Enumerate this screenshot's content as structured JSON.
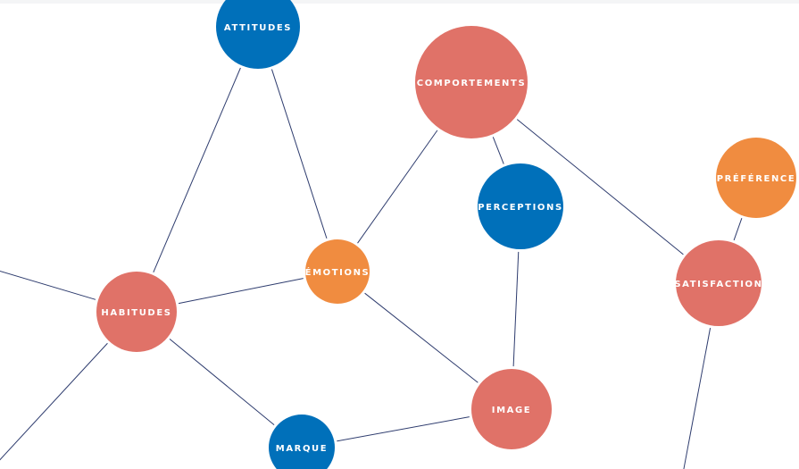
{
  "colors": {
    "blue": "#0070BA",
    "salmon": "#E07268",
    "orange": "#F08C40",
    "edge": "#2E3C6E"
  },
  "nodes": [
    {
      "id": "attitudes",
      "label": "ATTITUDES",
      "color": "blue"
    },
    {
      "id": "comportements",
      "label": "COMPORTEMENTS",
      "color": "salmon"
    },
    {
      "id": "perceptions",
      "label": "PERCEPTIONS",
      "color": "blue"
    },
    {
      "id": "preference",
      "label": "PRÉFÉRENCE",
      "color": "orange"
    },
    {
      "id": "satisfaction",
      "label": "SATISFACTION",
      "color": "salmon"
    },
    {
      "id": "emotions",
      "label": "ÉMOTIONS",
      "color": "orange"
    },
    {
      "id": "habitudes",
      "label": "HABITUDES",
      "color": "salmon"
    },
    {
      "id": "image",
      "label": "IMAGE",
      "color": "salmon"
    },
    {
      "id": "marque",
      "label": "MARQUE",
      "color": "blue"
    }
  ],
  "edges": [
    [
      "habitudes",
      "attitudes"
    ],
    [
      "attitudes",
      "emotions"
    ],
    [
      "habitudes",
      "emotions"
    ],
    [
      "emotions",
      "comportements"
    ],
    [
      "comportements",
      "perceptions"
    ],
    [
      "comportements",
      "satisfaction"
    ],
    [
      "perceptions",
      "image"
    ],
    [
      "emotions",
      "image"
    ],
    [
      "habitudes",
      "marque"
    ],
    [
      "marque",
      "image"
    ],
    [
      "preference",
      "satisfaction"
    ],
    [
      "habitudes",
      "offscreen-left-top"
    ],
    [
      "habitudes",
      "offscreen-left-bottom"
    ],
    [
      "satisfaction",
      "offscreen-bottom"
    ]
  ]
}
